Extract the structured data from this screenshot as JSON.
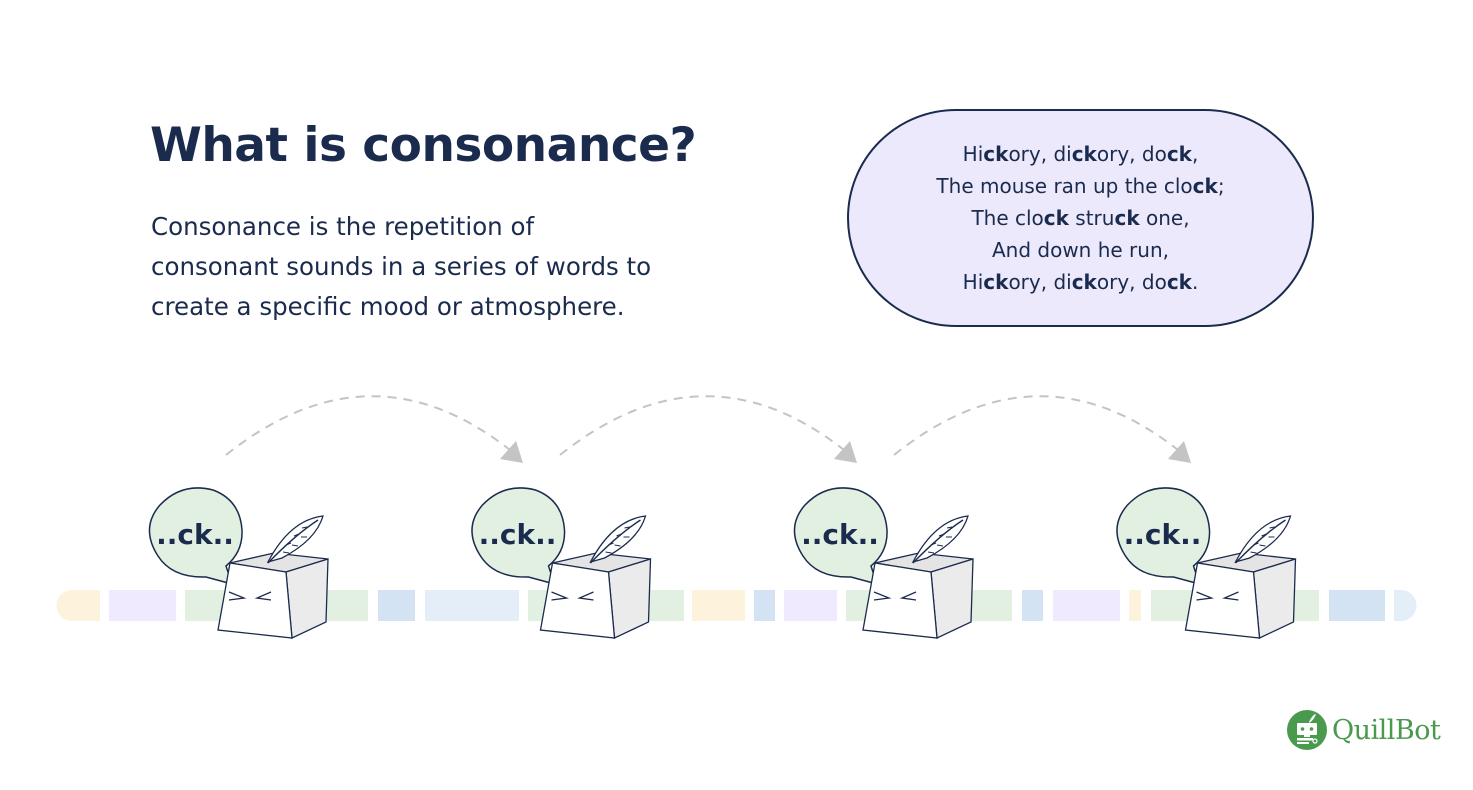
{
  "header": {
    "title": "What is consonance?",
    "description_lines": [
      "Consonance is the repetition of",
      "consonant sounds in a series of words to",
      "create a specific mood or atmosphere."
    ]
  },
  "poem": {
    "lines": [
      [
        {
          "t": "Hi",
          "b": false
        },
        {
          "t": "ck",
          "b": true
        },
        {
          "t": "ory, di",
          "b": false
        },
        {
          "t": "ck",
          "b": true
        },
        {
          "t": "ory, do",
          "b": false
        },
        {
          "t": "ck",
          "b": true
        },
        {
          "t": ",",
          "b": false
        }
      ],
      [
        {
          "t": "The mouse ran up the clo",
          "b": false
        },
        {
          "t": "ck",
          "b": true
        },
        {
          "t": ";",
          "b": false
        }
      ],
      [
        {
          "t": "The clo",
          "b": false
        },
        {
          "t": "ck",
          "b": true
        },
        {
          "t": " stru",
          "b": false
        },
        {
          "t": "ck",
          "b": true
        },
        {
          "t": " one,",
          "b": false
        }
      ],
      [
        {
          "t": "And down he run,",
          "b": false
        }
      ],
      [
        {
          "t": "Hi",
          "b": false
        },
        {
          "t": "ck",
          "b": true
        },
        {
          "t": "ory, di",
          "b": false
        },
        {
          "t": "ck",
          "b": true
        },
        {
          "t": "ory, do",
          "b": false
        },
        {
          "t": "ck",
          "b": true
        },
        {
          "t": ".",
          "b": false
        }
      ]
    ],
    "background_color": "#ede9fc"
  },
  "characters": [
    {
      "speech": "..ck.."
    },
    {
      "speech": "..ck.."
    },
    {
      "speech": "..ck.."
    },
    {
      "speech": "..ck.."
    }
  ],
  "arrows_count": 3,
  "colors": {
    "text_primary": "#1b2b4d",
    "bubble_fill": "#e2f0e2",
    "arrow": "#c4c4c4",
    "brand_green": "#4a9a4e",
    "strip_yellow": "#fdf2dc",
    "strip_lavender": "#efeafd",
    "strip_green": "#e2f0e2",
    "strip_blue": "#d3e3f3",
    "strip_lightblue": "#e4eef8"
  },
  "logo": {
    "name": "QuillBot",
    "icon": "quillbot-robot-icon"
  }
}
